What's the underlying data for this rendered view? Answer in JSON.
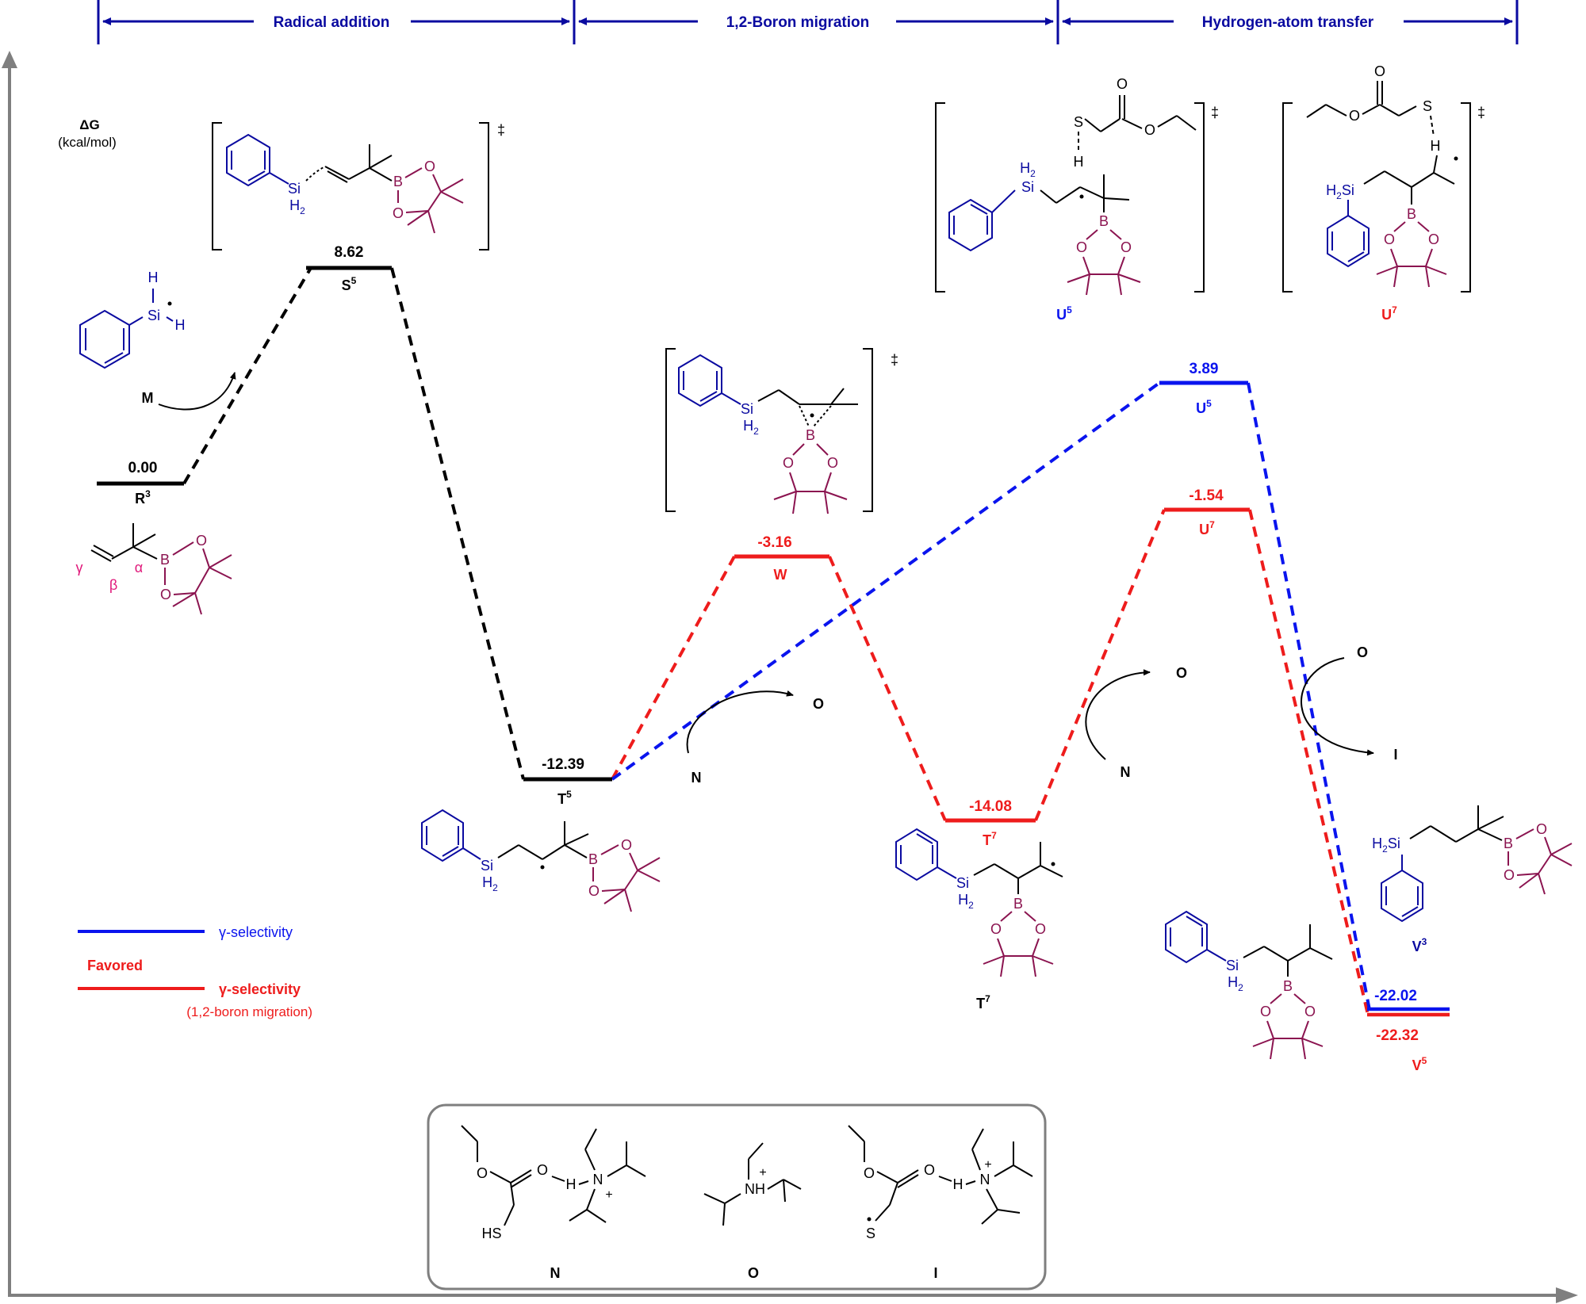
{
  "colors": {
    "black": "#000000",
    "navy": "#0a0aa0",
    "blue": "#0a14ee",
    "red": "#ee1c1c",
    "maroon": "#8b1450",
    "magenta": "#e0187a",
    "gray": "#7f7f7f"
  },
  "phases": {
    "radical_addition": "Radical addition",
    "boron_migration": "1,2-Boron migration",
    "hat": "Hydrogen-atom transfer"
  },
  "axis": {
    "ylabel": "ΔG",
    "yunit": "(kcal/mol)"
  },
  "levels": {
    "R3": {
      "value": "0.00",
      "label": "R",
      "sup": "3"
    },
    "S5": {
      "value": "8.62",
      "label": "S",
      "sup": "5"
    },
    "T5": {
      "value": "-12.39",
      "label": "T",
      "sup": "5"
    },
    "W": {
      "value": "-3.16",
      "label": "W"
    },
    "T7": {
      "value": "-14.08",
      "label": "T",
      "sup": "7"
    },
    "U5": {
      "value": "3.89",
      "label": "U",
      "sup": "5"
    },
    "U7": {
      "value": "-1.54",
      "label": "U",
      "sup": "7"
    },
    "V3": {
      "value": "-22.02"
    },
    "V5": {
      "value": "-22.32",
      "label": "V",
      "sup": "5"
    }
  },
  "species": {
    "M": "M",
    "N": "N",
    "O": "O",
    "I": "I"
  },
  "structure_labels": {
    "T7": {
      "label": "T",
      "sup": "7"
    },
    "U5": {
      "label": "U",
      "sup": "5"
    },
    "U7": {
      "label": "U",
      "sup": "7"
    },
    "V3": {
      "label": "V",
      "sup": "3"
    }
  },
  "atoms": {
    "Si": "Si",
    "H": "H",
    "H2": "H",
    "sub2": "2",
    "B": "B",
    "O": "O",
    "S": "S",
    "HS": "HS",
    "NH": "NH",
    "N": "N",
    "plus": "+",
    "dagger": "‡",
    "gamma": "γ",
    "beta": "β",
    "alpha": "α"
  },
  "legend": {
    "gamma_selectivity": "γ-selectivity",
    "favored": "Favored",
    "gamma_selectivity_bold": "γ-selectivity",
    "migration_note": "(1,2-boron migration)"
  },
  "inset_labels": {
    "N": "N",
    "O": "O",
    "I": "I"
  }
}
